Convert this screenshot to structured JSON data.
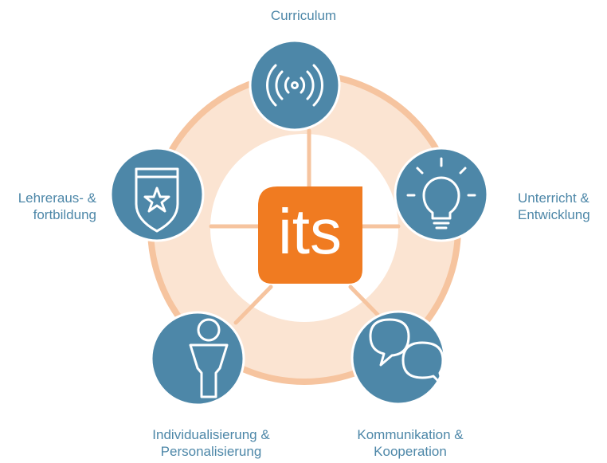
{
  "center": {
    "logo_text": "its"
  },
  "nodes": {
    "curriculum": {
      "label": [
        "Curriculum"
      ],
      "icon": "broadcast-signal-icon"
    },
    "unterricht": {
      "label": [
        "Unterricht &",
        "Entwicklung"
      ],
      "icon": "lightbulb-icon"
    },
    "kommunikation": {
      "label": [
        "Kommunikation &",
        "Kooperation"
      ],
      "icon": "speech-bubbles-icon"
    },
    "individual": {
      "label": [
        "Individualisierung &",
        "Personalisierung"
      ],
      "icon": "person-icon"
    },
    "lehrer": {
      "label": [
        "Lehreraus- &",
        "fortbildung"
      ],
      "icon": "shield-star-icon"
    }
  },
  "colors": {
    "ring": "#fbe4d2",
    "ring_outline": "#f6c49f",
    "connector": "#f6c49f",
    "node_fill": "#4d87a8",
    "node_stroke": "#ffffff",
    "center_fill": "#f07b21",
    "label": "#4d87a8"
  }
}
